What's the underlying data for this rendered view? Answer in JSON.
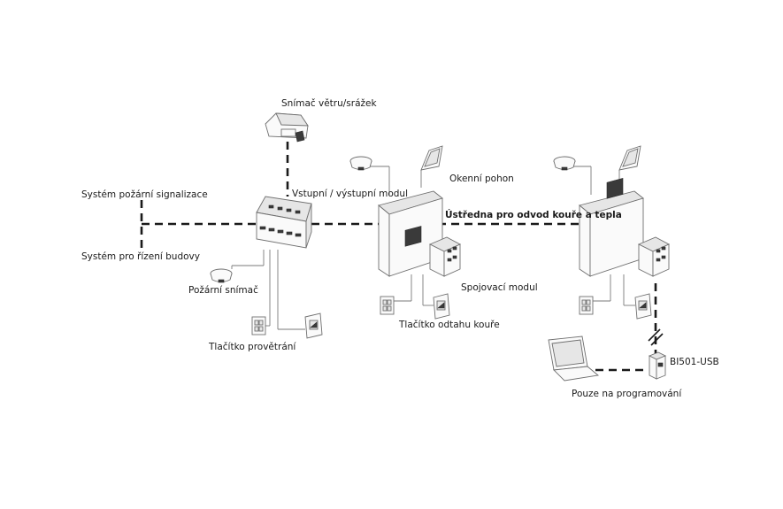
{
  "labels": {
    "wind_rain_sensor": "Snímač větru/srážek",
    "io_module": "Vstupní / výstupní modul",
    "fire_alarm_system": "Systém požární signalizace",
    "building_management": "Systém pro řízení budovy",
    "fire_detector": "Požární snímač",
    "ventilation_button": "Tlačítko provětrání",
    "window_actuator": "Okenní pohon",
    "smoke_control_panel": "Ústředna pro odvod kouře a tepla",
    "coupling_module": "Spojovací modul",
    "smoke_vent_button": "Tlačítko odtahu kouře",
    "bi501_usb": "BI501-USB",
    "programming_only": "Pouze na programování"
  },
  "icons": {
    "wind_rain_sensor": "wind-rain-sensor-icon",
    "io_module": "io-module-icon",
    "smoke_detector": "smoke-detector-icon",
    "control_panel": "control-panel-icon",
    "window": "window-actuator-icon",
    "coupling_module": "coupling-module-icon",
    "button": "push-button-icon",
    "laptop": "laptop-icon",
    "usb_adapter": "usb-adapter-icon"
  },
  "colors": {
    "line": "#1a1a1a",
    "device_outline": "#6f6f6f",
    "background": "#ffffff"
  }
}
